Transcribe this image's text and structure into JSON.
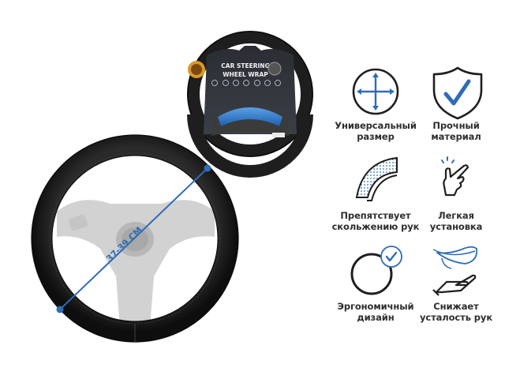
{
  "product": {
    "package_title_line1": "CAR STEERING",
    "package_title_line2": "WHEEL WRAP",
    "dimension_label": "37-39 CM"
  },
  "colors": {
    "accent_blue": "#2f6db5",
    "icon_dark": "#1f1f1f",
    "text_dark": "#2e2e2e",
    "wrap_black": "#1c1c1c",
    "package_blue": "#2b73c4"
  },
  "features": [
    {
      "icon": "arrows-cross-circle-icon",
      "line1": "Универсальный",
      "line2": "размер"
    },
    {
      "icon": "shield-check-icon",
      "line1": "Прочный",
      "line2": "материал"
    },
    {
      "icon": "perforated-arc-icon",
      "line1": "Препятствует",
      "line2": "скольжению рук"
    },
    {
      "icon": "hand-tap-icon",
      "line1": "Легкая",
      "line2": "установка"
    },
    {
      "icon": "circle-check-icon",
      "line1": "Эргономичный",
      "line2": "дизайн"
    },
    {
      "icon": "feather-hand-icon",
      "line1": "Снижает",
      "line2": "усталость рук"
    }
  ]
}
